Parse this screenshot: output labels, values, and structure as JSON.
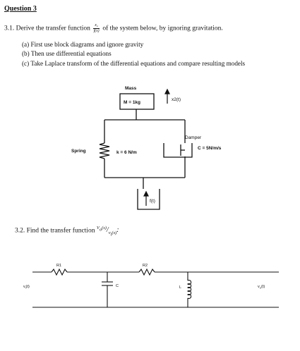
{
  "heading": "Question 3",
  "q1": {
    "prefix": "3.1. Derive the transfer function",
    "frac_num": "x₂",
    "frac_den": "f(s)",
    "suffix": "of the system below, by ignoring gravitation.",
    "parts": [
      "(a) First use block diagrams and ignore gravity",
      "(b) Then use differential equations",
      "(c) Take Laplace transform  of the differential equations and compare resulting models"
    ]
  },
  "figure1": {
    "mass_label": "Mass",
    "mass_value": "M = 1kg",
    "x2_label": "x2(t)",
    "damper_label": "Damper",
    "damper_value": "C = 5N/m/s",
    "spring_label": "Spring",
    "spring_value": "k = 6 N/m",
    "force_label": "f(t)"
  },
  "q2": {
    "prefix": "3.2. Find the transfer function",
    "num_base": "V",
    "num_sub": "o",
    "num_arg": "(s)",
    "den_base": "v",
    "den_sub": "i",
    "den_arg": "(s)",
    "end": ":"
  },
  "circuit": {
    "r1": "R1",
    "r2": "R2",
    "c": "C",
    "l": "L",
    "vin": "v",
    "vin_sub": "i",
    "vin_arg": "(t)",
    "vout": "v",
    "vout_sub": "o",
    "vout_arg": "(t)"
  }
}
